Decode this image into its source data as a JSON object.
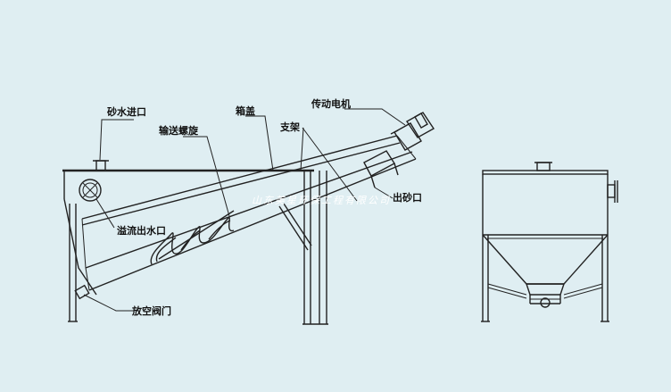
{
  "labels": {
    "sand_water_inlet": "砂水进口",
    "tank_cover": "箱盖",
    "drive_motor": "传动电机",
    "conveying_screw": "输送螺旋",
    "support_frame": "支架",
    "overflow_outlet": "溢流出水口",
    "sand_outlet": "出砂口",
    "drain_valve": "放空阀门"
  },
  "watermark": "山东美星环保工程有限公司",
  "colors": {
    "background": "#dfeef2",
    "line": "#222222",
    "text": "#111111"
  }
}
